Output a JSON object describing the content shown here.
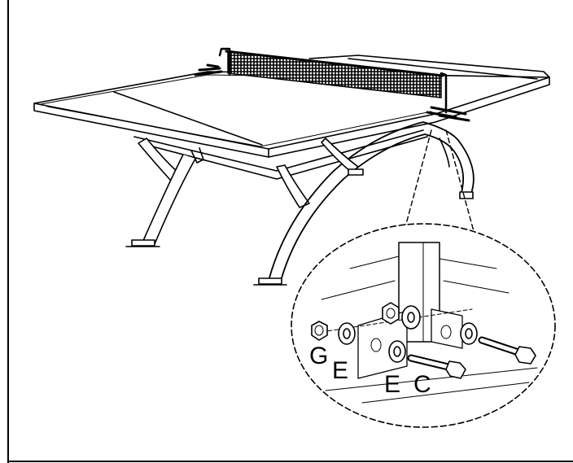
{
  "diagram": {
    "part_labels": {
      "g": "G",
      "e1": "E",
      "e2": "E",
      "c": "C"
    }
  }
}
